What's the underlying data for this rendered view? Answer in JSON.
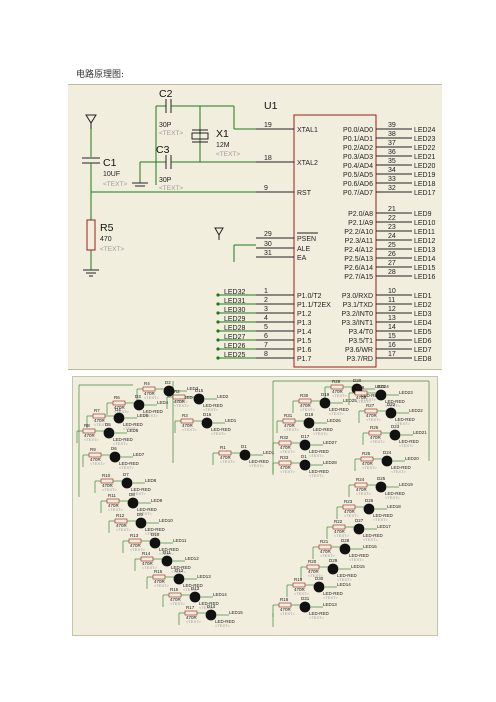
{
  "caption": "电路原理图:",
  "chip": {
    "ref": "U1",
    "left_pins": [
      {
        "num": "19",
        "name": "XTAL1"
      },
      {
        "num": "18",
        "name": "XTAL2"
      },
      {
        "num": "9",
        "name": "RST"
      },
      {
        "num": "29",
        "name": "PSEN"
      },
      {
        "num": "30",
        "name": "ALE"
      },
      {
        "num": "31",
        "name": "EA"
      },
      {
        "num": "1",
        "name": "P1.0/T2"
      },
      {
        "num": "2",
        "name": "P1.1/T2EX"
      },
      {
        "num": "3",
        "name": "P1.2"
      },
      {
        "num": "4",
        "name": "P1.3"
      },
      {
        "num": "5",
        "name": "P1.4"
      },
      {
        "num": "6",
        "name": "P1.5"
      },
      {
        "num": "7",
        "name": "P1.6"
      },
      {
        "num": "8",
        "name": "P1.7"
      }
    ],
    "right_pins": [
      {
        "num": "39",
        "name": "P0.0/AD0",
        "net": "LED24"
      },
      {
        "num": "38",
        "name": "P0.1/AD1",
        "net": "LED23"
      },
      {
        "num": "37",
        "name": "P0.2/AD2",
        "net": "LED22"
      },
      {
        "num": "36",
        "name": "P0.3/AD3",
        "net": "LED21"
      },
      {
        "num": "35",
        "name": "P0.4/AD4",
        "net": "LED20"
      },
      {
        "num": "34",
        "name": "P0.5/AD5",
        "net": "LED19"
      },
      {
        "num": "33",
        "name": "P0.6/AD6",
        "net": "LED18"
      },
      {
        "num": "32",
        "name": "P0.7/AD7",
        "net": "LED17"
      },
      {
        "num": "21",
        "name": "P2.0/A8",
        "net": "LED9"
      },
      {
        "num": "22",
        "name": "P2.1/A9",
        "net": "LED10"
      },
      {
        "num": "23",
        "name": "P2.2/A10",
        "net": "LED11"
      },
      {
        "num": "24",
        "name": "P2.3/A11",
        "net": "LED12"
      },
      {
        "num": "25",
        "name": "P2.4/A12",
        "net": "LED13"
      },
      {
        "num": "26",
        "name": "P2.5/A13",
        "net": "LED14"
      },
      {
        "num": "27",
        "name": "P2.6/A14",
        "net": "LED15"
      },
      {
        "num": "28",
        "name": "P2.7/A15",
        "net": "LED16"
      },
      {
        "num": "10",
        "name": "P3.0/RXD",
        "net": "LED1"
      },
      {
        "num": "11",
        "name": "P3.1/TXD",
        "net": "LED2"
      },
      {
        "num": "12",
        "name": "P3.2/INT0",
        "net": "LED3"
      },
      {
        "num": "13",
        "name": "P3.3/INT1",
        "net": "LED4"
      },
      {
        "num": "14",
        "name": "P3.4/T0",
        "net": "LED5"
      },
      {
        "num": "15",
        "name": "P3.5/T1",
        "net": "LED6"
      },
      {
        "num": "16",
        "name": "P3.6/WR",
        "net": "LED7"
      },
      {
        "num": "17",
        "name": "P3.7/RD",
        "net": "LED8"
      }
    ],
    "p1_nets": [
      "LED32",
      "LED31",
      "LED30",
      "LED29",
      "LED28",
      "LED27",
      "LED26",
      "LED25"
    ]
  },
  "components": {
    "c2": {
      "ref": "C2",
      "value": "30P",
      "text": "<TEXT>"
    },
    "c3": {
      "ref": "C3",
      "value": "30P",
      "text": "<TEXT>"
    },
    "x1": {
      "ref": "X1",
      "value": "12M",
      "text": "<TEXT>"
    },
    "c1": {
      "ref": "C1",
      "value": "10UF",
      "text": "<TEXT>"
    },
    "r5": {
      "ref": "R5",
      "value": "470",
      "text": "<TEXT>"
    }
  },
  "led_grid": {
    "resistor_value": "470R",
    "resistor_text": "<TEXT>",
    "led_type": "LED-RED",
    "led_text": "<TEXT>",
    "cells": [
      {
        "r": "R4",
        "d": "D2",
        "net": "LED3"
      },
      {
        "r": "R6",
        "d": "D3",
        "net": "LED4"
      },
      {
        "r": "R7",
        "d": "D4",
        "net": "LED5"
      },
      {
        "r": "R8",
        "d": "D5",
        "net": "LED6"
      },
      {
        "r": "R9",
        "d": "D6",
        "net": "LED7"
      },
      {
        "r": "R10",
        "d": "D7",
        "net": "LED8"
      },
      {
        "r": "R11",
        "d": "D8",
        "net": "LED9"
      },
      {
        "r": "R12",
        "d": "D9",
        "net": "LED10"
      },
      {
        "r": "R13",
        "d": "D10",
        "net": "LED11"
      },
      {
        "r": "R14",
        "d": "D11",
        "net": "LED12"
      },
      {
        "r": "R15",
        "d": "D12",
        "net": "LED13"
      },
      {
        "r": "R16",
        "d": "D13",
        "net": "LED14"
      },
      {
        "r": "R17",
        "d": "D14",
        "net": "LED15"
      },
      {
        "r": "R2",
        "d": "D15",
        "net": "LED2"
      },
      {
        "r": "R3",
        "d": "D16",
        "net": "LED1"
      },
      {
        "r": "R1",
        "d": "D1",
        "net": "LED1"
      },
      {
        "r": "R28",
        "d": "D20",
        "net": "LED24"
      },
      {
        "r": "R30",
        "d": "D19",
        "net": "LED25"
      },
      {
        "r": "R31",
        "d": "D18",
        "net": "LED26"
      },
      {
        "r": "R32",
        "d": "D17",
        "net": "LED27"
      },
      {
        "r": "R33",
        "d": "D1",
        "net": "LED28"
      },
      {
        "r": "R29",
        "d": "D21",
        "net": "LED23"
      },
      {
        "r": "R27",
        "d": "D22",
        "net": "LED22"
      },
      {
        "r": "R26",
        "d": "D23",
        "net": "LED21"
      },
      {
        "r": "R25",
        "d": "D24",
        "net": "LED20"
      },
      {
        "r": "R24",
        "d": "D25",
        "net": "LED19"
      },
      {
        "r": "R23",
        "d": "D26",
        "net": "LED18"
      },
      {
        "r": "R22",
        "d": "D27",
        "net": "LED17"
      },
      {
        "r": "R21",
        "d": "D28",
        "net": "LED16"
      },
      {
        "r": "R20",
        "d": "D29",
        "net": "LED15"
      },
      {
        "r": "R19",
        "d": "D30",
        "net": "LED14"
      },
      {
        "r": "R18",
        "d": "D31",
        "net": "LED13"
      }
    ]
  }
}
